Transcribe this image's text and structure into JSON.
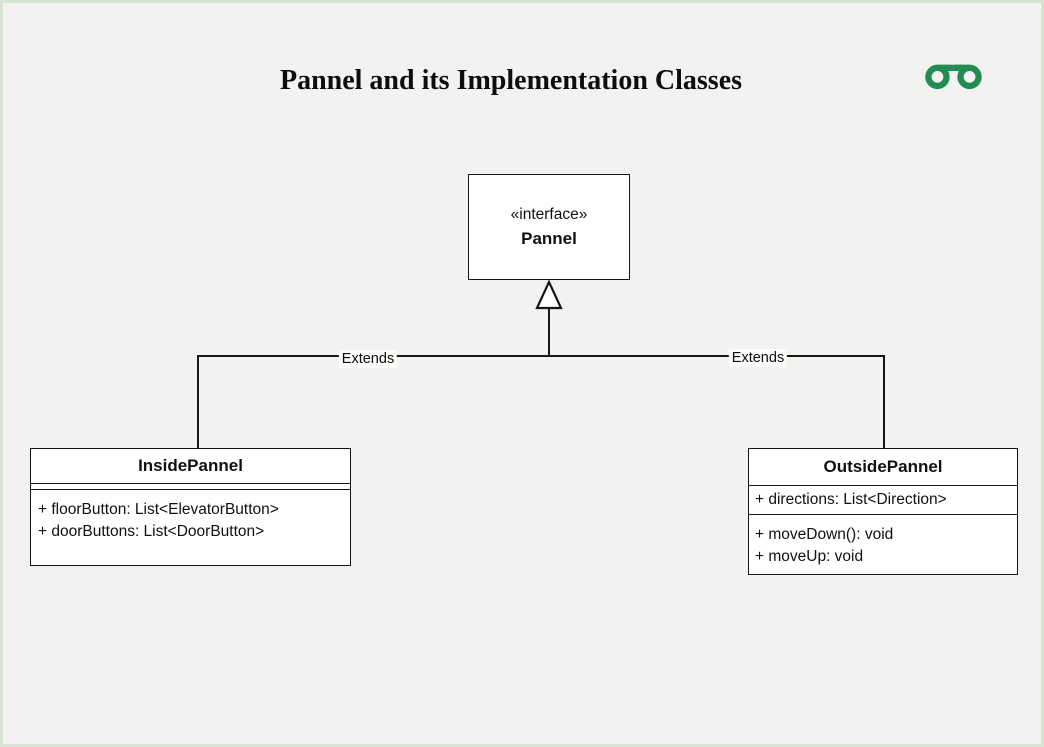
{
  "page": {
    "title": "Pannel and its Implementation Classes",
    "background_color": "#F2F2F0",
    "border_color": "#D9E3D3"
  },
  "logo": {
    "name": "geeksforgeeks-logo",
    "color": "#228C52"
  },
  "diagram": {
    "interface": {
      "stereotype": "«interface»",
      "name": "Pannel"
    },
    "relationships": [
      {
        "label": "Extends",
        "from": "InsidePannel",
        "to": "Pannel"
      },
      {
        "label": "Extends",
        "from": "OutsidePannel",
        "to": "Pannel"
      }
    ],
    "classes": [
      {
        "name": "InsidePannel",
        "attributes": [
          "+ floorButton: List<ElevatorButton>",
          "+ doorButtons: List<DoorButton>"
        ],
        "methods": []
      },
      {
        "name": "OutsidePannel",
        "attributes": [
          "+ directions: List<Direction>"
        ],
        "methods": [
          "+ moveDown(): void",
          "+ moveUp: void"
        ]
      }
    ]
  }
}
